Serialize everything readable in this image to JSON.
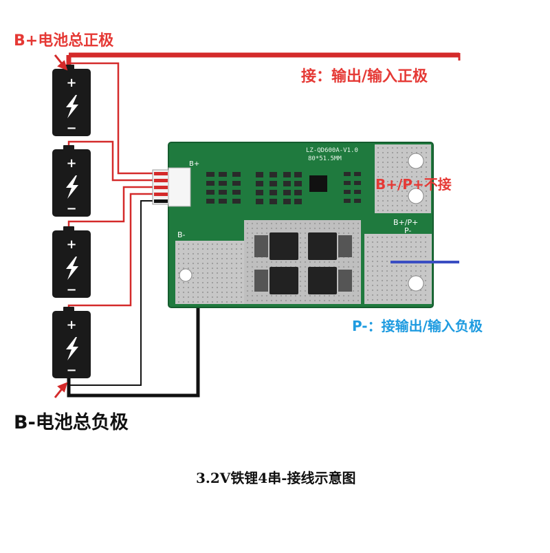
{
  "labels": {
    "b_plus_total": "B+电池总正极",
    "output_positive": "接：输出/输入正极",
    "bp_no_connect": "B+/P+不接",
    "p_minus": "P-：接输出/输入负极",
    "b_minus_total": "B-电池总负极",
    "caption": "3.2V铁锂4串-接线示意图"
  },
  "board": {
    "model_line1": "LZ-QD600A-V1.0",
    "model_line2": "80*51.5MM",
    "pad_bplus": "B+",
    "pad_bminus": "B-",
    "pad_bp_pp": "B+/P+",
    "pad_pminus": "P-"
  },
  "battery_cell": {
    "plus": "+",
    "minus": "−"
  },
  "colors": {
    "red_wire": "#d42a2a",
    "black_wire": "#111111",
    "blue_wire": "#3a4ec2",
    "label_red": "#e53935",
    "label_blue": "#1e9be0",
    "pcb_green": "#1f7a3e"
  }
}
